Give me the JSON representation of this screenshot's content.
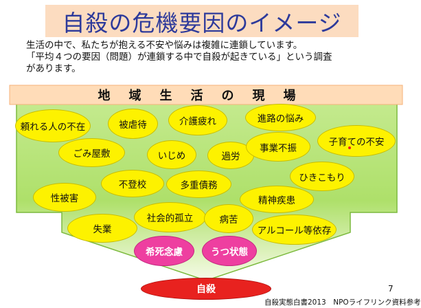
{
  "title": "自殺の危機要因のイメージ",
  "intro": {
    "line1": "生活の中で、私たちが抱える不安や悩みは複雑に連鎖しています。",
    "line2": "「平均４つの要因（問題）が連鎖する中で自殺が起きている」という調査",
    "line3": "があります。"
  },
  "band_label": "地域生活の現場",
  "factors": {
    "tayoreru": "頼れる人の不在",
    "hiryaku": "被虐待",
    "kaigo": "介護疲れ",
    "shinro": "進路の悩み",
    "kosodate": "子育ての不安",
    "gomi": "ごみ屋敷",
    "ijime": "いじめ",
    "karou": "過労",
    "jigyou": "事業不振",
    "hikikomori": "ひきこもり",
    "futoukou": "不登校",
    "saimu": "多重債務",
    "seihigai": "性被害",
    "seishin": "精神疾患",
    "koritsu": "社会的孤立",
    "byouku": "病苦",
    "shitsugyou": "失業",
    "alcohol": "アルコール等依存",
    "kishi": "希死念慮",
    "utsu": "うつ状態"
  },
  "outcome": "自殺",
  "page_number": "7",
  "source": "自殺実態白書2013　NPOライフリンク資料参考",
  "colors": {
    "title_bg": "#fcdcc0",
    "title_text": "#2d3a9b",
    "band_fill": "#ffdcb8",
    "band_stroke": "#f5b27a",
    "funnel_fill": "#aee06a",
    "funnel_stroke": "#7cba3e",
    "factor": "#fdf200",
    "mental_state": "#ee3fa0",
    "outcome": "#e8221f"
  }
}
